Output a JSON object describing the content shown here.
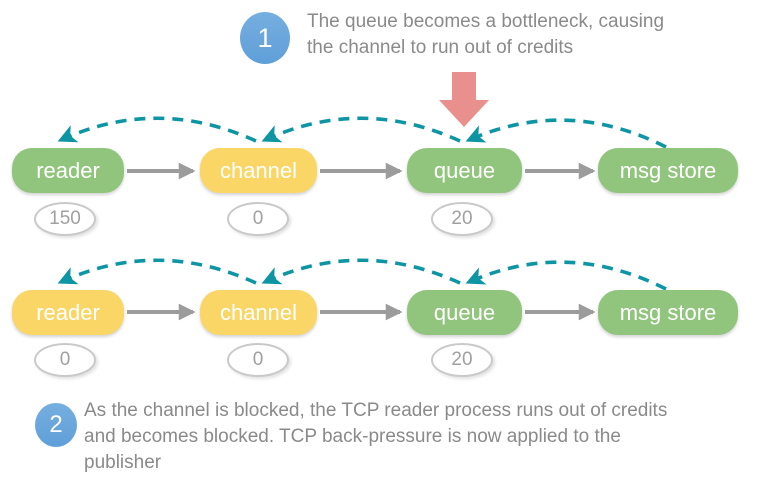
{
  "colors": {
    "green": "#91C47C",
    "yellow": "#FAD666",
    "teal": "#0E95A4",
    "blue": "#69A6DC",
    "red": "#E9908E",
    "gray_arrow": "#9C9C9C",
    "note_text": "#8A8A8A",
    "badge_border": "#C9C9C9",
    "badge_text": "#A0A0A0"
  },
  "steps": [
    {
      "number": "1",
      "text": "The queue becomes a bottleneck, causing\nthe channel to run out of credits"
    },
    {
      "number": "2",
      "text": "As the channel is blocked, the TCP reader process runs out of credits\nand becomes blocked. TCP back-pressure is now applied to the\npublisher"
    }
  ],
  "rows": [
    {
      "name": "row-1",
      "nodes": [
        {
          "label": "reader",
          "color": "green",
          "credit": "150"
        },
        {
          "label": "channel",
          "color": "yellow",
          "credit": "0"
        },
        {
          "label": "queue",
          "color": "green",
          "credit": "20"
        },
        {
          "label": "msg store",
          "color": "green",
          "credit": ""
        }
      ]
    },
    {
      "name": "row-2",
      "nodes": [
        {
          "label": "reader",
          "color": "yellow",
          "credit": "0"
        },
        {
          "label": "channel",
          "color": "yellow",
          "credit": "0"
        },
        {
          "label": "queue",
          "color": "green",
          "credit": "20"
        },
        {
          "label": "msg store",
          "color": "green",
          "credit": ""
        }
      ]
    }
  ],
  "icons": {
    "bottleneck_arrow": "thick down arrow pointing at queue",
    "credit_flow_arc": "teal dashed curved arrow, right-to-left",
    "message_flow_arrow": "gray straight arrow, left-to-right"
  }
}
